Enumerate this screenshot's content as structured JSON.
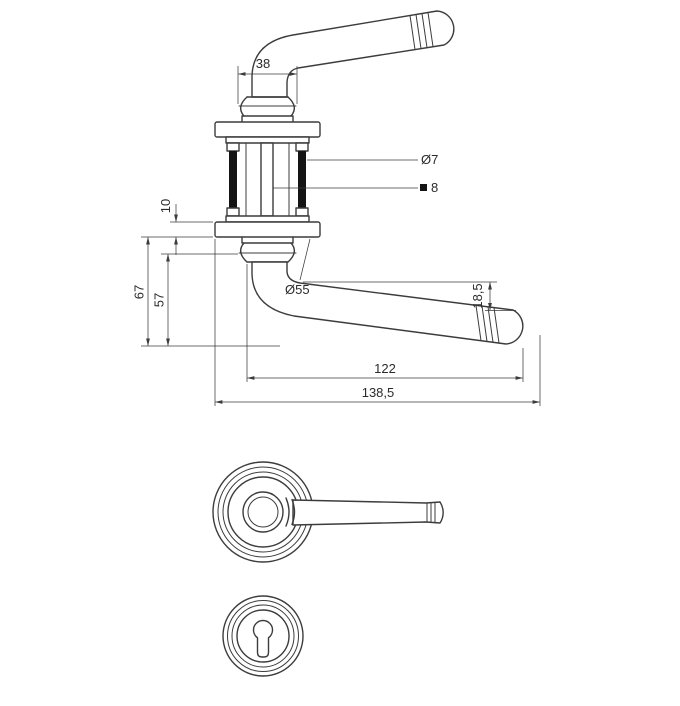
{
  "colors": {
    "line": "#3c3c3c",
    "screw_fill": "#141414",
    "background": "#ffffff"
  },
  "dimensions": {
    "neck_width": "38",
    "screw_diameter": "Ø7",
    "spindle_square": "8",
    "rose_height": "10",
    "handle_height": "67",
    "grip_offset": "57",
    "rose_diameter": "Ø55",
    "handle_drop": "18,5",
    "grip_length": "122",
    "total_length": "138,5"
  }
}
